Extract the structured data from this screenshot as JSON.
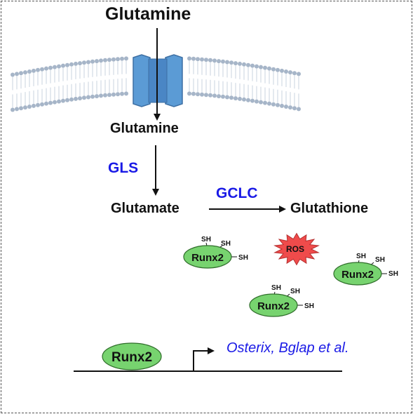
{
  "labels": {
    "extracellular": "Glutamine",
    "intracellular": "Glutamine",
    "enzyme1": "GLS",
    "product1": "Glutamate",
    "enzyme2": "GCLC",
    "product2": "Glutathione",
    "ros": "ROS",
    "protein": "Runx2",
    "thiol": "SH",
    "targets": "Osterix, Bglap et al."
  },
  "colors": {
    "enzyme_text": "#1a1ae6",
    "channel": "#5b9bd5",
    "runx2_fill": "#77d36f",
    "ros_fill": "#ef4b4b",
    "membrane": "#a6b5c8"
  },
  "icons": {
    "channel": "transporter-channel-icon",
    "membrane": "lipid-bilayer-icon",
    "ros": "ros-starburst-icon",
    "promoter": "transcription-start-arrow-icon"
  }
}
